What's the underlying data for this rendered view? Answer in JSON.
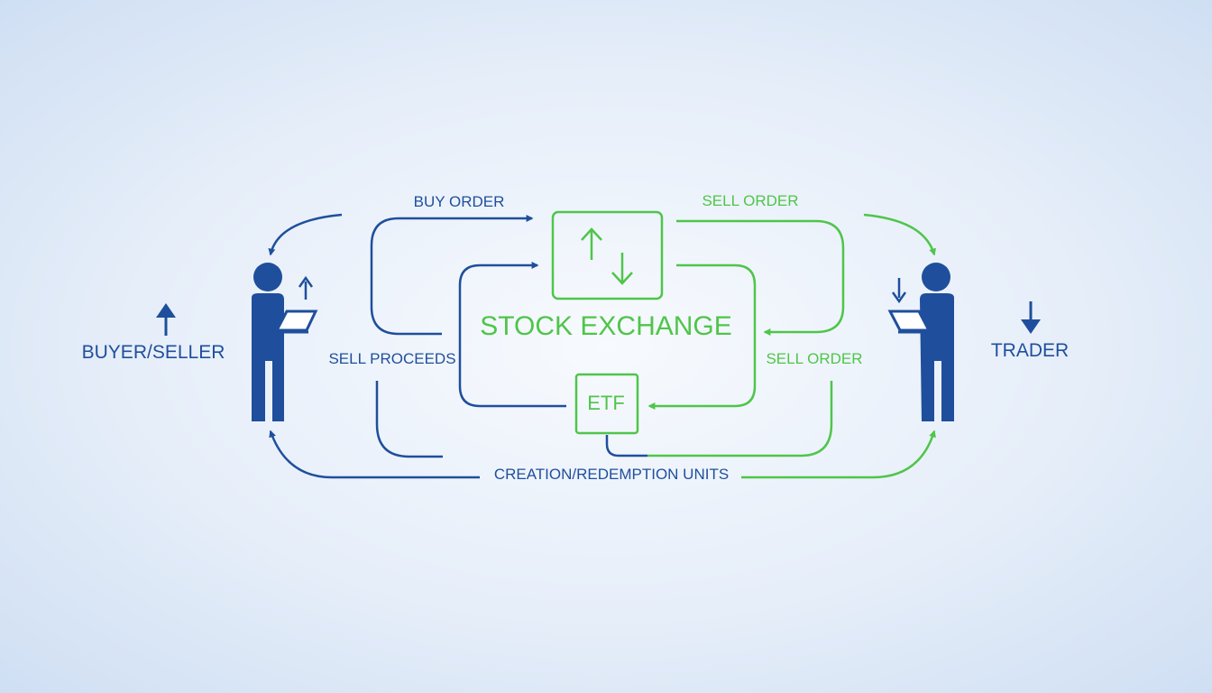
{
  "colors": {
    "blue": "#1f4f9c",
    "green": "#4fc54a"
  },
  "labels": {
    "buyer_seller": "BUYER/SELLER",
    "trader": "TRADER",
    "buy_order": "BUY ORDER",
    "sell_order_top": "SELL ORDER",
    "sell_proceeds": "SELL PROCEEDS",
    "sell_order_right": "SELL ORDER",
    "stock_exchange": "STOCK EXCHANGE",
    "etf": "ETF",
    "creation_redemption": "CREATION/REDEMPTION UNITS"
  },
  "icons": {
    "left_person": "person-with-laptop-icon",
    "right_person": "person-with-laptop-icon",
    "exchange_arrows": "up-down-arrows-icon",
    "buyer_up_arrow": "arrow-up-icon",
    "trader_down_arrow": "arrow-down-icon"
  }
}
